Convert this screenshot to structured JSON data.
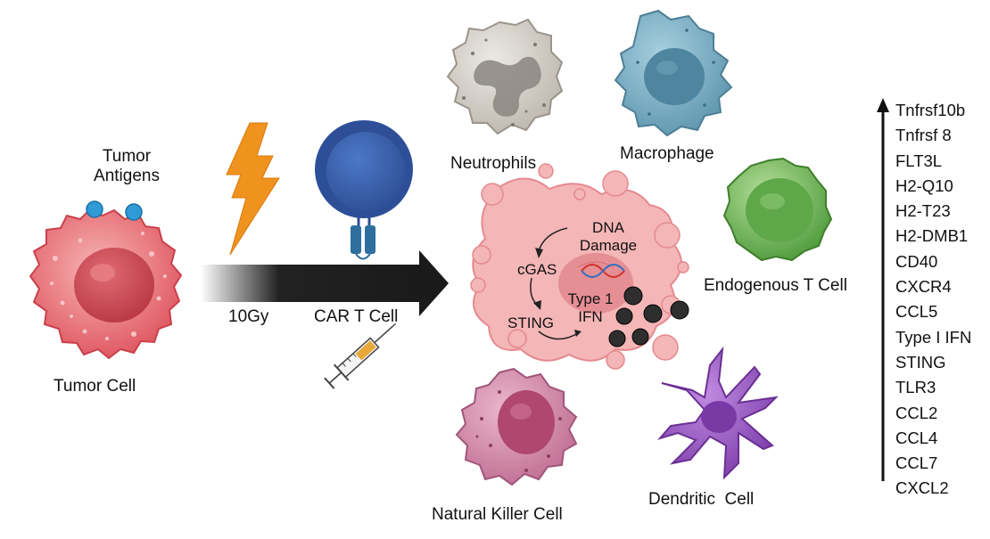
{
  "labels": {
    "tumor_antigens": "Tumor\nAntigens",
    "tumor_cell": "Tumor Cell",
    "dose": "10Gy",
    "car_t_cell": "CAR T Cell",
    "neutrophils": "Neutrophils",
    "macrophage": "Macrophage",
    "endogenous_t_cell": "Endogenous T Cell",
    "natural_killer_cell": "Natural Killer Cell",
    "dendritic_cell": "Dendritic  Cell"
  },
  "dying_cell": {
    "dna_damage": "DNA\nDamage",
    "cgas": "cGAS",
    "sting": "STING",
    "type1_ifn": "Type 1\nIFN"
  },
  "upregulated_genes": [
    "Tnfrsf10b",
    "Tnfrsf 8",
    "FLT3L",
    "H2-Q10",
    "H2-T23",
    "H2-DMB1",
    "CD40",
    "CXCR4",
    "CCL5",
    "Type I IFN",
    "STING",
    "TLR3",
    "CCL2",
    "CCL4",
    "CCL7",
    "CXCL2"
  ],
  "colors": {
    "tumor": "#e8747a",
    "antigen": "#2f9bd6",
    "lightning": "#f0921e",
    "car_t": "#4a6fb5",
    "neutrophil": "#cfcac3",
    "macrophage": "#7fafc4",
    "t_cell": "#7fbf5e",
    "nk_cell": "#d98fb0",
    "dendritic": "#9b5cc4",
    "dying_cell": "#f4b6b6"
  }
}
